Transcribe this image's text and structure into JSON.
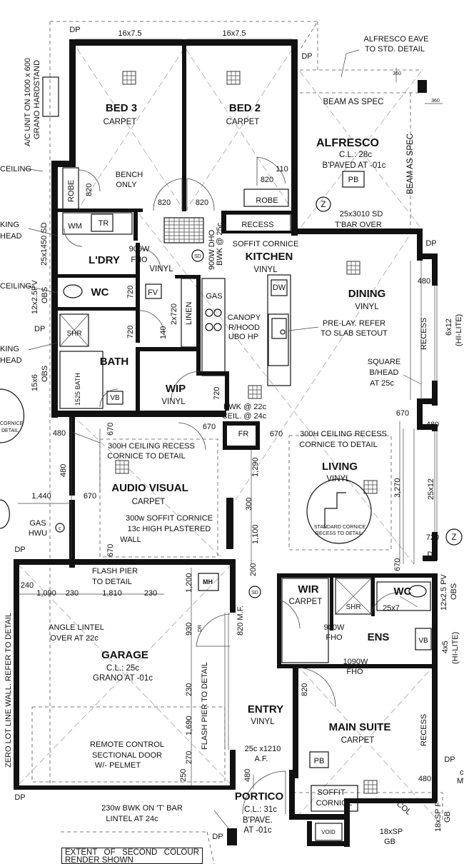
{
  "rooms": {
    "bed3": {
      "name": "BED 3",
      "finish": "CARPET"
    },
    "bed2": {
      "name": "BED 2",
      "finish": "CARPET"
    },
    "alfresco": {
      "name": "ALFRESCO",
      "cl": "C.L.: 28c",
      "paving": "B'PAVED  AT -01c",
      "pb": "PB"
    },
    "ldry": {
      "name": "L'DRY",
      "fho": "900W",
      "fho2": "FHO",
      "finish": "VINYL"
    },
    "kitchen": {
      "name": "KITCHEN",
      "finish": "VINYL"
    },
    "wc1": {
      "name": "WC"
    },
    "bath": {
      "name": "BATH"
    },
    "dining": {
      "name": "DINING",
      "finish": "VINYL"
    },
    "wip": {
      "name": "WIP",
      "finish": "VINYL"
    },
    "audio": {
      "name": "AUDIO VISUAL",
      "finish": "CARPET"
    },
    "living": {
      "name": "LIVING",
      "finish": "VINYL"
    },
    "garage": {
      "name": "GARAGE",
      "cl": "C.L.: 25c",
      "floor": "GRANO AT -01c"
    },
    "wir": {
      "name": "WIR",
      "finish": "CARPET"
    },
    "wc2": {
      "name": "WC"
    },
    "ens": {
      "name": "ENS",
      "fho": "900W",
      "fho2": "FHO",
      "fho3": "1090W",
      "fho4": "FHO"
    },
    "entry": {
      "name": "ENTRY",
      "finish": "VINYL"
    },
    "suite": {
      "name": "MAIN SUITE",
      "finish": "CARPET",
      "pb": "PB"
    },
    "portico": {
      "name": "PORTICO",
      "cl": "C.L.: 31c",
      "paving": "B'PAVE.",
      "level": "AT -01c"
    }
  },
  "notes": {
    "alfresco_eave_1": "ALFRESCO EAVE",
    "alfresco_eave_2": "TO STD. DETAIL",
    "beam_as_spec": "BEAM AS SPEC",
    "beam_as_spec_v": "BEAM AS SPEC",
    "ac_1": "A/C UNIT ON 1000 x 600",
    "ac_2": "GRANO HARDSTAND",
    "bench": "BENCH",
    "only": "ONLY",
    "robe1": "ROBE",
    "robe2": "ROBE",
    "recess1": "RECESS",
    "soffit1": "SOFFIT CORNICE",
    "tbar1": "25x3010 SD",
    "tbar2": "T'BAR OVER",
    "wm": "WM",
    "tr": "TR",
    "dho1": "900W DHO",
    "dho2": "BWK @ 25c",
    "sd": "SD",
    "fv": "FV",
    "linen": "LINEN",
    "gas": "GAS",
    "canopy1": "CANOPY",
    "canopy2": "R/HOOD",
    "canopy3": "UBO HP",
    "dw": "DW",
    "prelay1": "PRE-LAY. REFER",
    "prelay2": "TO SLAB SETOUT",
    "square1": "SQUARE",
    "square2": "B/HEAD",
    "square3": "AT 25c",
    "recess_v1": "RECESS",
    "hilite1": "6x12",
    "hilite2": "(HI-LITE)",
    "shr": "SHR",
    "bath_tub": "1525 BATH",
    "vb": "VB",
    "obs1": "15x6",
    "obs2": "OBS",
    "obs3": "12x2.5PV",
    "obs4": "OBS",
    "obs5": "25x1450 SD",
    "ceiling": "CEILING",
    "ceiling2": "CEILING",
    "king": "KING",
    "head": "HEAD",
    "king2": "KING",
    "head2": "HEAD",
    "dp": "DP",
    "bwk1": "BWK @ 22c",
    "bwk2": "CEIL. @ 24c",
    "fr": "FR",
    "ceiling_recess1": "300H CEILING RECESS",
    "ceiling_recess2": "CORNICE TO DETAIL",
    "ceiling_recess3": "300H CEILING RECESS",
    "ceiling_recess4": "CORNICE TO DETAIL",
    "soffit_w1": "300w SOFFIT CORNICE",
    "soffit_w2": "13c HIGH PLASTERED",
    "soffit_w3": "WALL",
    "std_cornice1": "STANDARD CORNICE",
    "std_cornice2": "RECESS TO DETAIL",
    "gas_hwu1": "GAS",
    "gas_hwu2": "HWU",
    "flash_pier1": "FLASH PIER",
    "flash_pier2": "TO DETAIL",
    "flash_pier_v": "FLASH PIER TO DETAIL",
    "mh": "MH",
    "angle1": "ANGLE LINTEL",
    "angle2": "OVER AT 22c",
    "mf": "820 M.F.",
    "remote1": "REMOTE CONTROL",
    "remote2": "SECTIONAL DOOR",
    "remote3": "W/- PELMET",
    "zero_lot": "ZERO LOT LINE WALL. REFER TO DETAIL",
    "entry_ceil1": "25c x1210",
    "entry_ceil2": "A.F.",
    "soffit_c1": "SOFFIT",
    "soffit_c2": "CORNICE",
    "void": "VOID",
    "col": "COL",
    "sp": "18xSP",
    "gb": "GB",
    "sp_v": "18xSP F",
    "gb_v": "GB",
    "lintel1": "230w BWK ON 'T' BAR",
    "lintel2": "LINTEL AT 24c",
    "obs_v2": "12x2.5 PV",
    "obs_v2b": "OBS",
    "hilite3": "4x5",
    "hilite4": "(HI-LITE)",
    "hilite5": "25x12",
    "recess_v2": "RECESS",
    "mb": "M'B",
    "cornice_detail1": "CORNICE",
    "cornice_detail2": "DETAIL",
    "z": "Z",
    "dp2": "DP"
  },
  "dims": [
    "16x7.5",
    "16x7.5",
    "360",
    "360",
    "820",
    "820",
    "820",
    "110",
    "820",
    "720",
    "720",
    "2x720",
    "140",
    "720",
    "480",
    "670",
    "670",
    "670",
    "670",
    "480",
    "480",
    "1,440",
    "670",
    "300",
    "1,100",
    "1,290",
    "200",
    "3,270",
    "670",
    "480",
    "240",
    "1,090",
    "230",
    "1,810",
    "230",
    "1,200",
    "930",
    "230",
    "1,690",
    "270",
    "250",
    "820",
    "480",
    "25x7",
    "720",
    "480",
    "DR",
    "c"
  ],
  "extent_note": "EXTENT OF SECOND COLOUR RENDER SHOWN"
}
